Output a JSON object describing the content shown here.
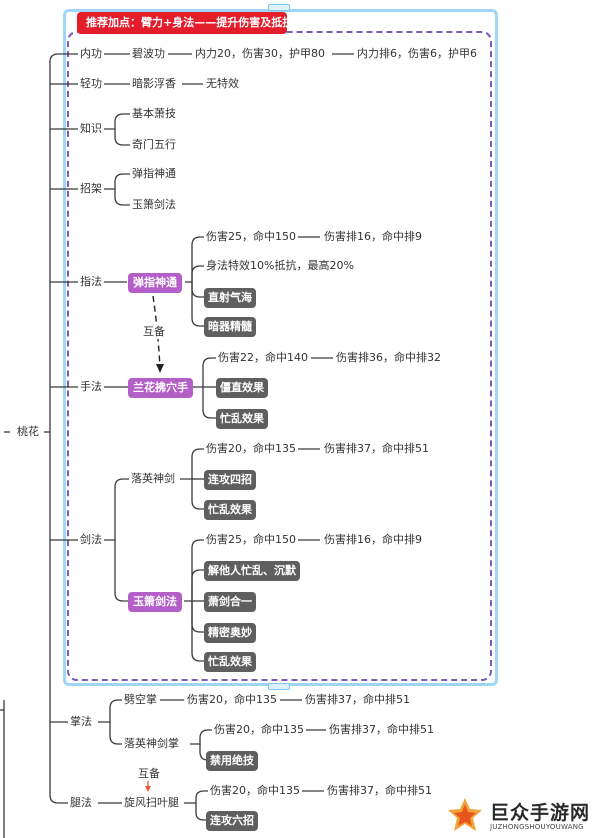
{
  "banner": "推荐加点：臂力+身法——提升伤害及抵抗",
  "root": "桃花",
  "branches": {
    "neigong": "内功",
    "qinggong": "轻功",
    "zhishi": "知识",
    "zhaojia": "招架",
    "zhifa": "指法",
    "shoufa": "手法",
    "jianfa": "剑法",
    "zhangfa": "掌法",
    "tuifa": "腿法"
  },
  "neigong": {
    "skill": "碧波功",
    "stats": "内力20，伤害30，护甲80",
    "ranks": "内力排6，伤害6，护甲6"
  },
  "qinggong": {
    "skill": "暗影浮香",
    "effect": "无特效"
  },
  "zhishi": {
    "items": [
      "基本萧技",
      "奇门五行"
    ]
  },
  "zhaojia": {
    "items": [
      "弹指神通",
      "玉箫剑法"
    ]
  },
  "zhifa": {
    "skill": "弹指神通",
    "stats": "伤害25，命中150",
    "ranks": "伤害排16，命中排9",
    "special": "身法特效10%抵抗，最高20%",
    "tags": [
      "直射气海",
      "暗器精髓"
    ]
  },
  "mutual_label": "互备",
  "shoufa": {
    "skill": "兰花拂穴手",
    "stats": "伤害22，命中140",
    "ranks": "伤害排36，命中排32",
    "tags": [
      "僵直效果",
      "忙乱效果"
    ]
  },
  "jianfa": {
    "luoying": {
      "skill": "落英神剑",
      "stats": "伤害20，命中135",
      "ranks": "伤害排37，命中排51",
      "tags": [
        "连攻四招",
        "忙乱效果"
      ]
    },
    "yuxiao": {
      "skill": "玉箫剑法",
      "stats": "伤害25，命中150",
      "ranks": "伤害排16，命中排9",
      "tags": [
        "解他人忙乱、沉默",
        "萧剑合一",
        "精密奥妙",
        "忙乱效果"
      ]
    }
  },
  "zhangfa": {
    "pikong": {
      "skill": "劈空掌",
      "stats": "伤害20，命中135",
      "ranks": "伤害排37，命中排51"
    },
    "luoying": {
      "skill": "落英神剑掌",
      "stats": "伤害20，命中135",
      "ranks": "伤害排37，命中排51",
      "tags": [
        "禁用绝技"
      ]
    }
  },
  "tuifa": {
    "skill": "旋风扫叶腿",
    "stats": "伤害20，命中135",
    "ranks": "伤害排37，命中排51",
    "tags": [
      "连攻六招"
    ]
  },
  "watermark": {
    "title": "巨众手游网",
    "subtitle": "JUZHONGSHOUYOUWANG"
  },
  "colors": {
    "banner": "#e41d2b",
    "purple_node": "#b35fc7",
    "dark_tag": "#5f5f5f",
    "frame": "#9ed6f5",
    "dashed_frame": "#7a5bb5"
  }
}
